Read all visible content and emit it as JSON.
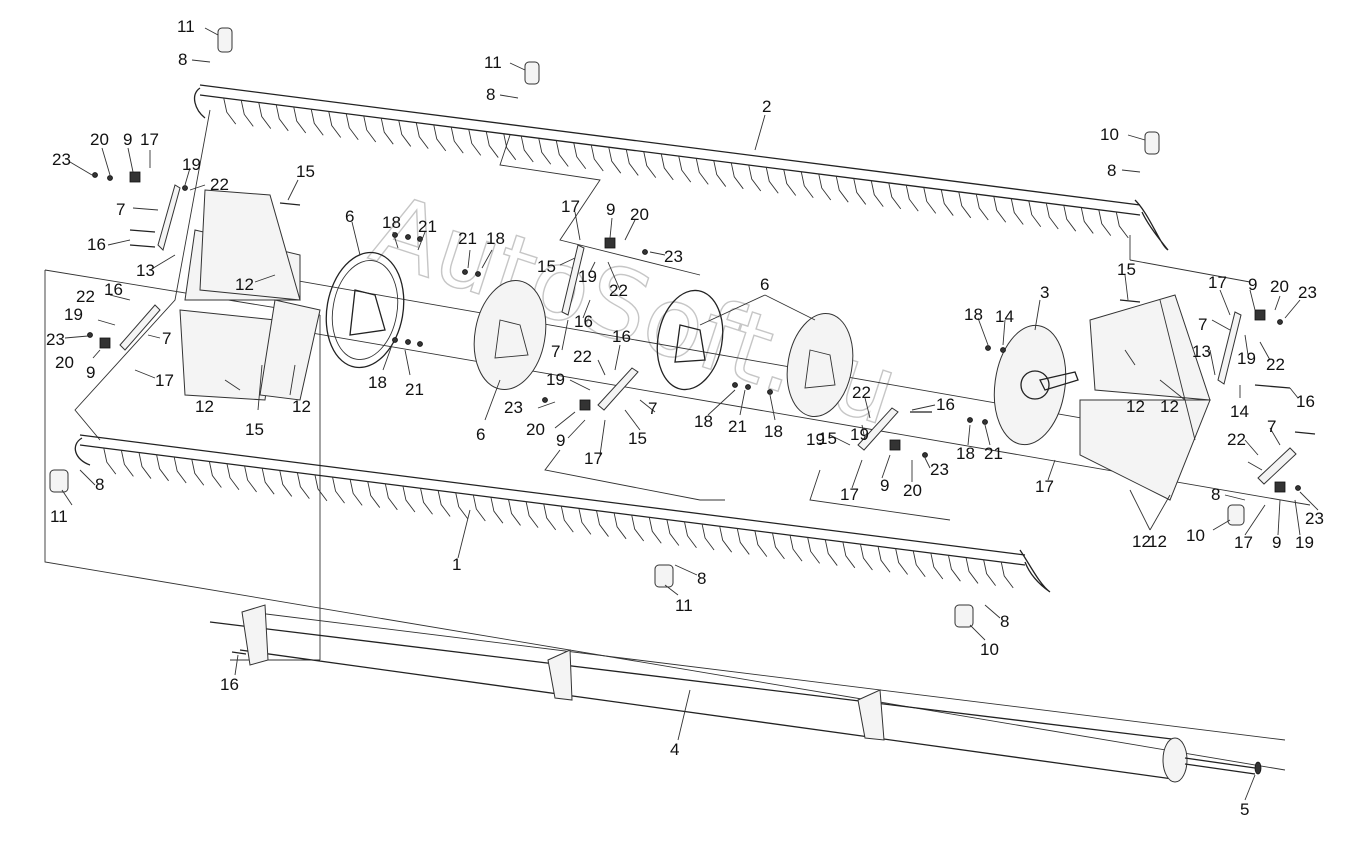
{
  "watermark": "AutoSoft.ru",
  "labels": [
    {
      "id": "l1",
      "text": "1"
    },
    {
      "id": "l2",
      "text": "2"
    },
    {
      "id": "l3",
      "text": "3"
    },
    {
      "id": "l4",
      "text": "4"
    },
    {
      "id": "l5",
      "text": "5"
    },
    {
      "id": "l6a",
      "text": "6"
    },
    {
      "id": "l6b",
      "text": "6"
    },
    {
      "id": "l6c",
      "text": "6"
    },
    {
      "id": "l7a",
      "text": "7"
    },
    {
      "id": "l7b",
      "text": "7"
    },
    {
      "id": "l7c",
      "text": "7"
    },
    {
      "id": "l7d",
      "text": "7"
    },
    {
      "id": "l7e",
      "text": "7"
    },
    {
      "id": "l7f",
      "text": "7"
    },
    {
      "id": "l8a",
      "text": "8"
    },
    {
      "id": "l8b",
      "text": "8"
    },
    {
      "id": "l8c",
      "text": "8"
    },
    {
      "id": "l8d",
      "text": "8"
    },
    {
      "id": "l8e",
      "text": "8"
    },
    {
      "id": "l8f",
      "text": "8"
    },
    {
      "id": "l8g",
      "text": "8"
    },
    {
      "id": "l9a",
      "text": "9"
    },
    {
      "id": "l9b",
      "text": "9"
    },
    {
      "id": "l9c",
      "text": "9"
    },
    {
      "id": "l9d",
      "text": "9"
    },
    {
      "id": "l9e",
      "text": "9"
    },
    {
      "id": "l9f",
      "text": "9"
    },
    {
      "id": "l9g",
      "text": "9"
    },
    {
      "id": "l10a",
      "text": "10"
    },
    {
      "id": "l10b",
      "text": "10"
    },
    {
      "id": "l10c",
      "text": "10"
    },
    {
      "id": "l11a",
      "text": "11"
    },
    {
      "id": "l11b",
      "text": "11"
    },
    {
      "id": "l11c",
      "text": "11"
    },
    {
      "id": "l11d",
      "text": "11"
    },
    {
      "id": "l12a",
      "text": "12"
    },
    {
      "id": "l12b",
      "text": "12"
    },
    {
      "id": "l12c",
      "text": "12"
    },
    {
      "id": "l12d",
      "text": "12"
    },
    {
      "id": "l12e",
      "text": "12"
    },
    {
      "id": "l12f",
      "text": "12"
    },
    {
      "id": "l12g",
      "text": "12"
    },
    {
      "id": "l13a",
      "text": "13"
    },
    {
      "id": "l13b",
      "text": "13"
    },
    {
      "id": "l14a",
      "text": "14"
    },
    {
      "id": "l14b",
      "text": "14"
    },
    {
      "id": "l15a",
      "text": "15"
    },
    {
      "id": "l15b",
      "text": "15"
    },
    {
      "id": "l15c",
      "text": "15"
    },
    {
      "id": "l15d",
      "text": "15"
    },
    {
      "id": "l15e",
      "text": "15"
    },
    {
      "id": "l15f",
      "text": "15"
    },
    {
      "id": "l16a",
      "text": "16"
    },
    {
      "id": "l16b",
      "text": "16"
    },
    {
      "id": "l16c",
      "text": "16"
    },
    {
      "id": "l16d",
      "text": "16"
    },
    {
      "id": "l16e",
      "text": "16"
    },
    {
      "id": "l16f",
      "text": "16"
    },
    {
      "id": "l16g",
      "text": "16"
    },
    {
      "id": "l17a",
      "text": "17"
    },
    {
      "id": "l17b",
      "text": "17"
    },
    {
      "id": "l17c",
      "text": "17"
    },
    {
      "id": "l17d",
      "text": "17"
    },
    {
      "id": "l17e",
      "text": "17"
    },
    {
      "id": "l17f",
      "text": "17"
    },
    {
      "id": "l17g",
      "text": "17"
    },
    {
      "id": "l17h",
      "text": "17"
    },
    {
      "id": "l18a",
      "text": "18"
    },
    {
      "id": "l18b",
      "text": "18"
    },
    {
      "id": "l18c",
      "text": "18"
    },
    {
      "id": "l18d",
      "text": "18"
    },
    {
      "id": "l18e",
      "text": "18"
    },
    {
      "id": "l18f",
      "text": "18"
    },
    {
      "id": "l18g",
      "text": "18"
    },
    {
      "id": "l19a",
      "text": "19"
    },
    {
      "id": "l19b",
      "text": "19"
    },
    {
      "id": "l19c",
      "text": "19"
    },
    {
      "id": "l19d",
      "text": "19"
    },
    {
      "id": "l19e",
      "text": "19"
    },
    {
      "id": "l19f",
      "text": "19"
    },
    {
      "id": "l19g",
      "text": "19"
    },
    {
      "id": "l19h",
      "text": "19"
    },
    {
      "id": "l20a",
      "text": "20"
    },
    {
      "id": "l20b",
      "text": "20"
    },
    {
      "id": "l20c",
      "text": "20"
    },
    {
      "id": "l20d",
      "text": "20"
    },
    {
      "id": "l20e",
      "text": "20"
    },
    {
      "id": "l20f",
      "text": "20"
    },
    {
      "id": "l21a",
      "text": "21"
    },
    {
      "id": "l21b",
      "text": "21"
    },
    {
      "id": "l21c",
      "text": "21"
    },
    {
      "id": "l21d",
      "text": "21"
    },
    {
      "id": "l21e",
      "text": "21"
    },
    {
      "id": "l22a",
      "text": "22"
    },
    {
      "id": "l22b",
      "text": "22"
    },
    {
      "id": "l22c",
      "text": "22"
    },
    {
      "id": "l22d",
      "text": "22"
    },
    {
      "id": "l22e",
      "text": "22"
    },
    {
      "id": "l22f",
      "text": "22"
    },
    {
      "id": "l22g",
      "text": "22"
    },
    {
      "id": "l23a",
      "text": "23"
    },
    {
      "id": "l23b",
      "text": "23"
    },
    {
      "id": "l23c",
      "text": "23"
    },
    {
      "id": "l23d",
      "text": "23"
    },
    {
      "id": "l23e",
      "text": "23"
    },
    {
      "id": "l23f",
      "text": "23"
    },
    {
      "id": "l23g",
      "text": "23"
    }
  ]
}
